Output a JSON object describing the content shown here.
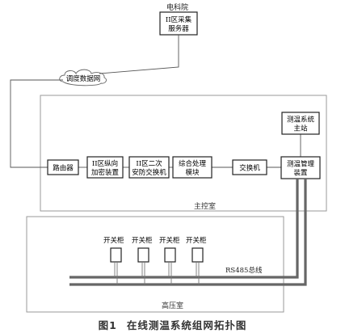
{
  "diagram": {
    "title_top": "电科院",
    "server_line1": "II区采集",
    "server_line2": "服务器",
    "cloud_label": "调度数据网",
    "router": "路由器",
    "encrypt_line1": "II区纵向",
    "encrypt_line2": "加密装置",
    "switch2_line1": "II区二次",
    "switch2_line2": "安防交换机",
    "proc_line1": "综合处理",
    "proc_line2": "模块",
    "switch": "交换机",
    "master_line1": "测温系统",
    "master_line2": "主站",
    "mgmt_line1": "测温管理",
    "mgmt_line2": "装置",
    "control_room": "主控室",
    "cabinets": [
      "开关柜",
      "开关柜",
      "开关柜",
      "开关柜"
    ],
    "bus_label": "RS485总线",
    "hv_room": "高压室"
  },
  "caption": {
    "fig_no": "图1",
    "text": "在线测温系统组网拓扑图"
  }
}
